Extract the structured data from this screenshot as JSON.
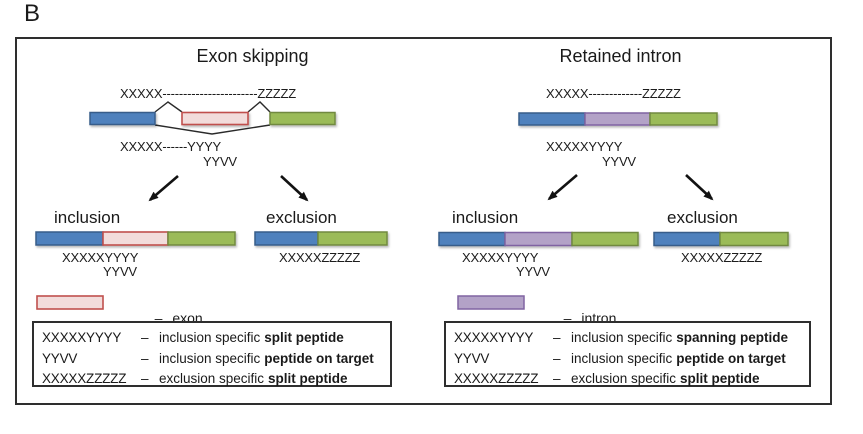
{
  "panel_label": "B",
  "colors": {
    "blue": "#4F81BD",
    "blue_border": "#385D8A",
    "green": "#9BBB59",
    "green_border": "#71893F",
    "pink": "#F2DCDB",
    "pink_border": "#C0504D",
    "purple": "#B3A2C7",
    "purple_border": "#8064A2",
    "line": "#2a2a2a",
    "arrow": "#121212"
  },
  "exon_skipping": {
    "title": "Exon skipping",
    "pre_mrna_seq": "XXXXX-----------------------ZZZZZ",
    "junction_seq_line1": "XXXXX------YYYY",
    "junction_seq_line2": "YYVV",
    "inclusion_label": "inclusion",
    "exclusion_label": "exclusion",
    "inclusion_seq_line1": "XXXXXYYYY",
    "inclusion_seq_line2": "YYVV",
    "exclusion_seq": "XXXXXZZZZZ",
    "swatch": {
      "dash": "–",
      "label": "exon"
    },
    "legend_rows": [
      {
        "term": "XXXXXYYYY",
        "dash": "–",
        "desc_prefix": "inclusion specific",
        "desc_bold": "split peptide"
      },
      {
        "term": "YYVV",
        "dash": "–",
        "desc_prefix": "inclusion specific",
        "desc_bold": "peptide on target"
      },
      {
        "term": "XXXXXZZZZZ",
        "dash": "–",
        "desc_prefix": "exclusion specific",
        "desc_bold": "split peptide"
      }
    ]
  },
  "retained_intron": {
    "title": "Retained intron",
    "pre_mrna_seq": "XXXXX-------------ZZZZZ",
    "junction_seq_line1": "XXXXXYYYY",
    "junction_seq_line2": "YYVV",
    "inclusion_label": "inclusion",
    "exclusion_label": "exclusion",
    "inclusion_seq_line1": "XXXXXYYYY",
    "inclusion_seq_line2": "YYVV",
    "exclusion_seq": "XXXXXZZZZZ",
    "swatch": {
      "dash": "–",
      "label": "intron"
    },
    "legend_rows": [
      {
        "term": "XXXXXYYYY",
        "dash": "–",
        "desc_prefix": "inclusion specific",
        "desc_bold": "spanning peptide"
      },
      {
        "term": "YYVV",
        "dash": "–",
        "desc_prefix": "inclusion specific",
        "desc_bold": "peptide on target"
      },
      {
        "term": "XXXXXZZZZZ",
        "dash": "–",
        "desc_prefix": "exclusion specific",
        "desc_bold": "split peptide"
      }
    ]
  }
}
